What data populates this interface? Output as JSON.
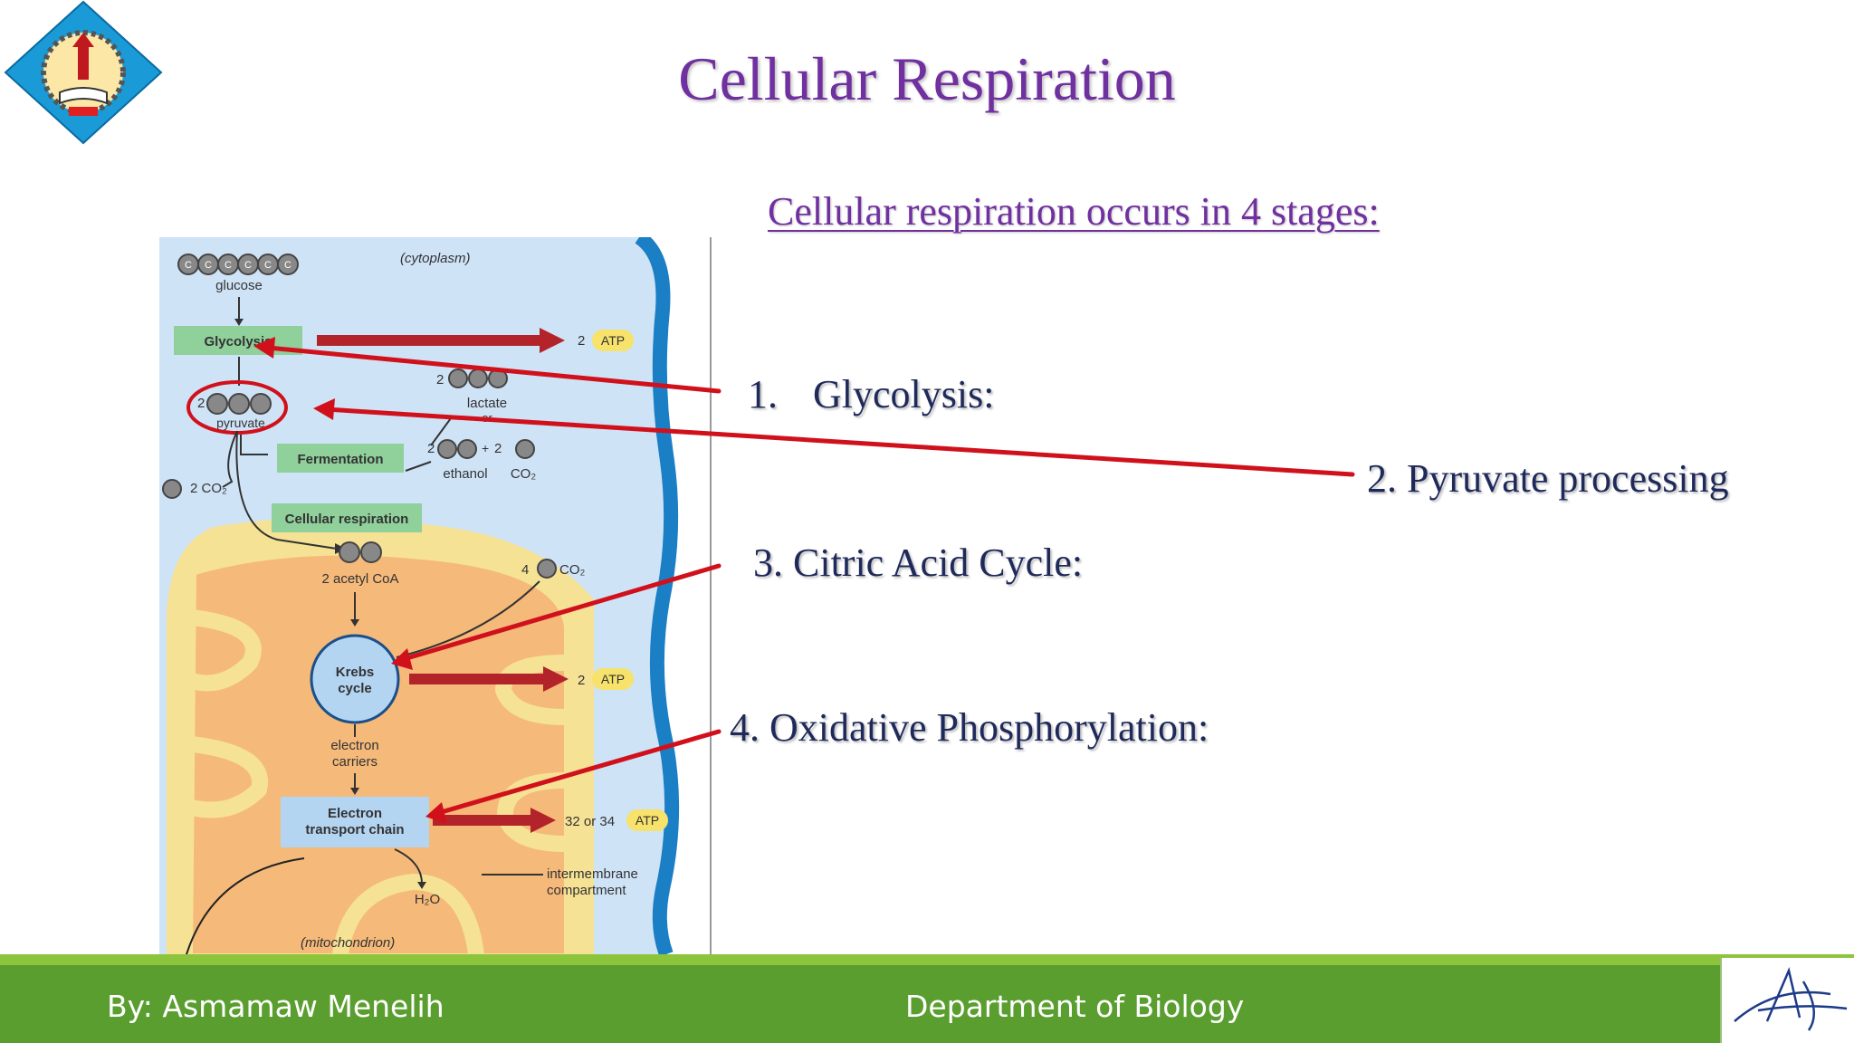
{
  "title": "Cellular Respiration",
  "subtitle": "Cellular respiration occurs in 4 stages:",
  "stages": [
    {
      "number": "1.",
      "label": "Glycolysis:"
    },
    {
      "label": "2. Pyruvate processing"
    },
    {
      "label": "3. Citric Acid Cycle:"
    },
    {
      "label": "4. Oxidative Phosphorylation:"
    }
  ],
  "diagram": {
    "cytoplasm": "(cytoplasm)",
    "glucose": "glucose",
    "glycolysis": "Glycolysis",
    "atp_label": "ATP",
    "atp_glycolysis": "2",
    "lactate_count": "2",
    "lactate": "lactate",
    "or": "or",
    "pyruvate_count": "2",
    "pyruvate": "pyruvate",
    "fermentation": "Fermentation",
    "ethanol_count": "2",
    "plus": "+",
    "co2_count_2": "2",
    "ethanol": "ethanol",
    "co2": "CO₂",
    "co2_loss": "2 CO₂",
    "cellular_respiration": "Cellular respiration",
    "acetyl_coa": "2 acetyl CoA",
    "co2_krebs_count": "4",
    "krebs_line1": "Krebs",
    "krebs_line2": "cycle",
    "atp_krebs": "2",
    "electron_carriers_1": "electron",
    "electron_carriers_2": "carriers",
    "etc_line1": "Electron",
    "etc_line2": "transport chain",
    "atp_etc": "32 or 34",
    "h2o": "H₂O",
    "intermembrane_1": "intermembrane",
    "intermembrane_2": "compartment",
    "mitochondrion": "(mitochondrion)",
    "carbon_symbol": "C"
  },
  "footer": {
    "author": "By: Asmamaw Menelih",
    "department": "Department of Biology"
  },
  "colors": {
    "title": "#7030a0",
    "stage_text": "#1f2a5a",
    "arrow": "#d0111b",
    "footer_green": "#5a9e2f",
    "footer_light": "#8cc43c",
    "cytoplasm": "#cfe3f7",
    "membrane": "#1b7fc6"
  }
}
